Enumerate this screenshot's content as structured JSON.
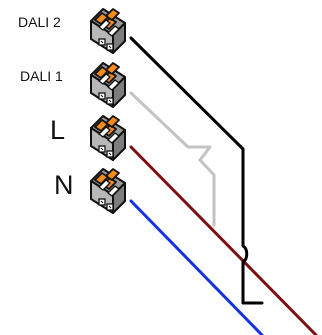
{
  "terminals": [
    {
      "id": "dali-2",
      "label": "DALI 2"
    },
    {
      "id": "dali-1",
      "label": "DALI 1"
    },
    {
      "id": "l",
      "label": "L"
    },
    {
      "id": "n",
      "label": "N"
    }
  ],
  "colors": {
    "dali_2_wire": "#000000",
    "dali_1_wire": "#c3c3c3",
    "l_wire": "#7d0f12",
    "n_wire": "#1531e6",
    "terminal_body": "#a7a7a7",
    "terminal_lever": "#f58a1f",
    "terminal_outline": "#111111"
  },
  "icons": {
    "terminal": "wago-lever-connector-icon"
  }
}
